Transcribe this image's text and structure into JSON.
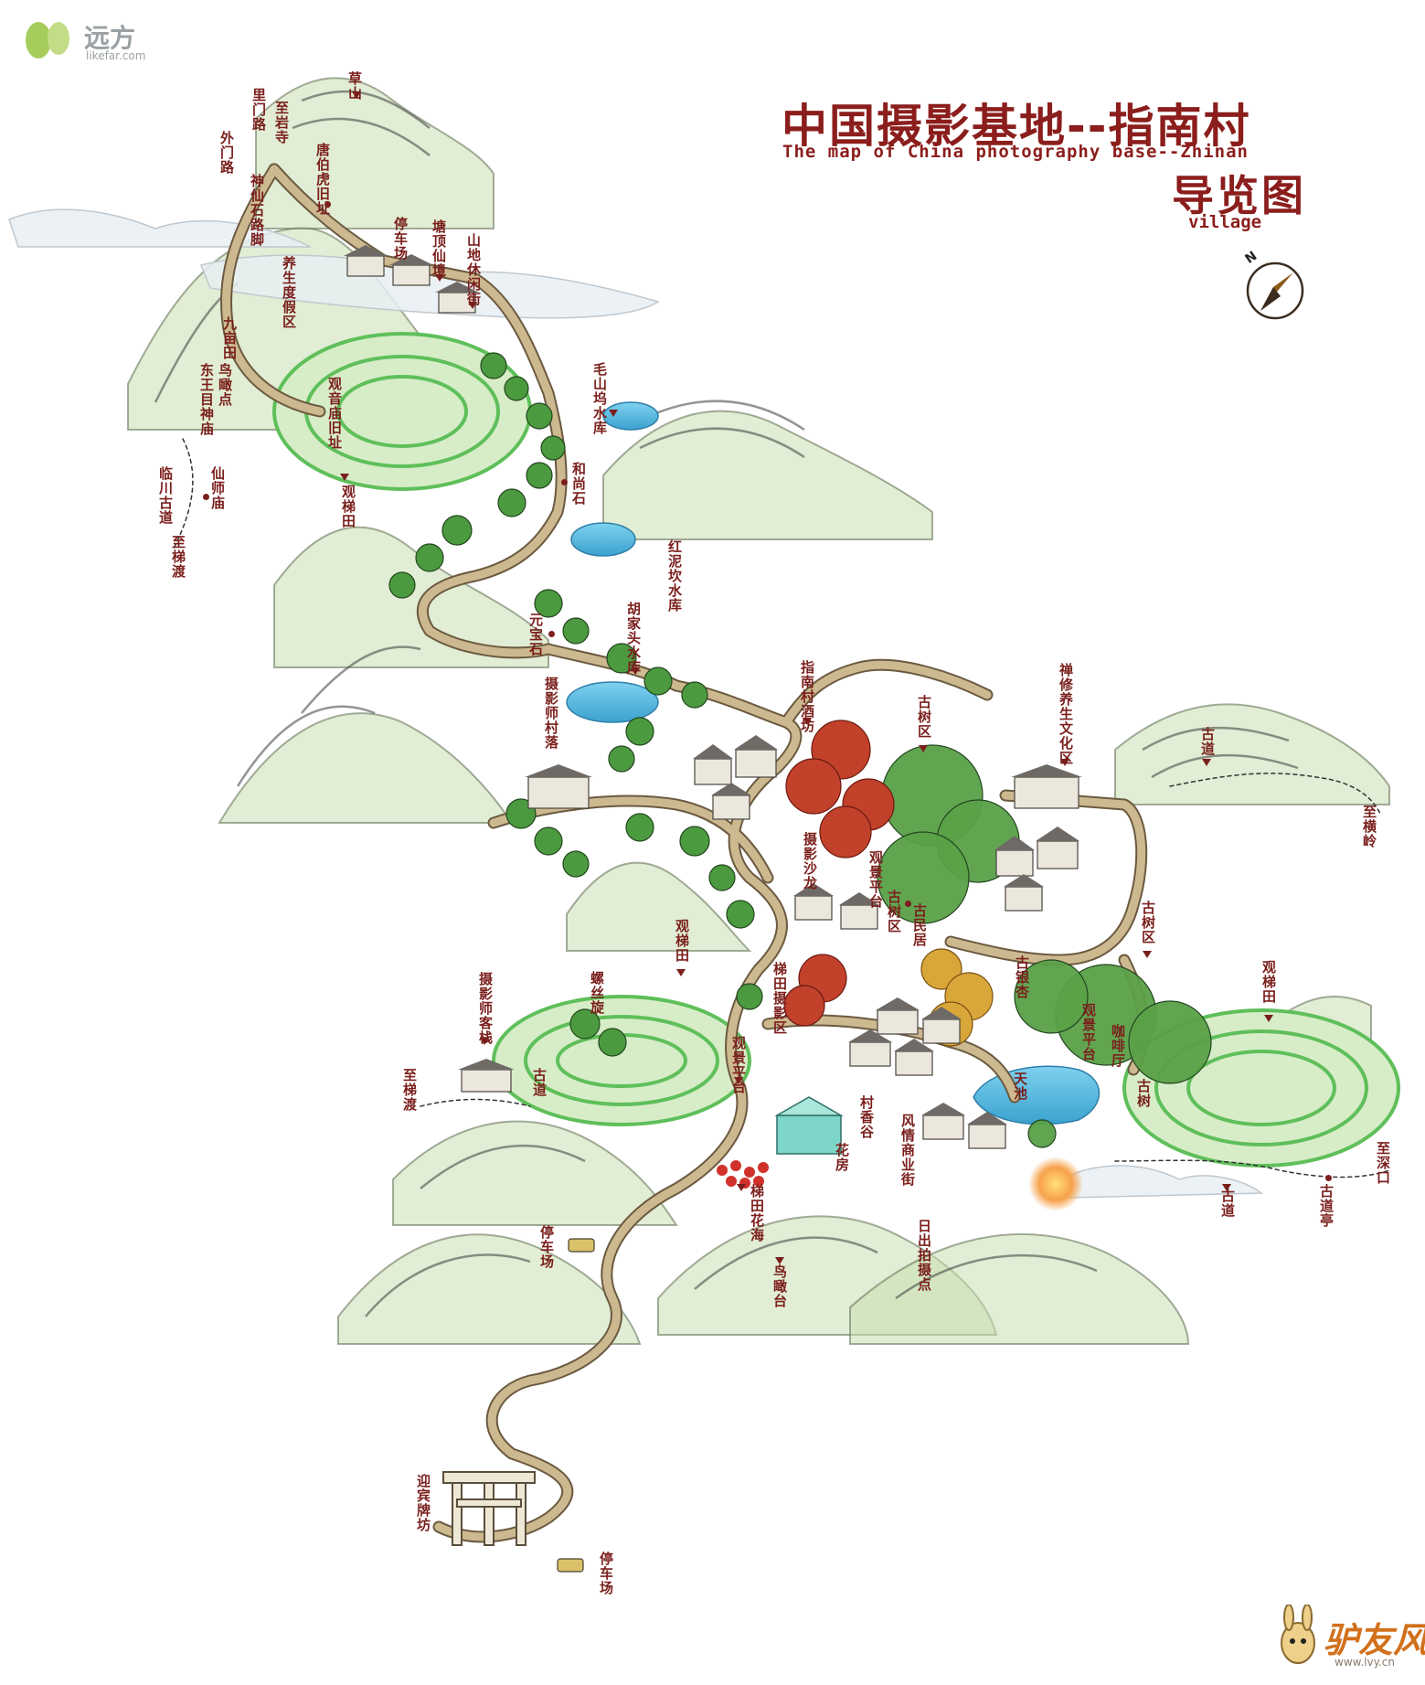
{
  "title": {
    "cn": "中国摄影基地--指南村",
    "en": "The map of China photography base--Zhinan",
    "guide": "导览图",
    "village": "village"
  },
  "compass": {
    "letter": "N",
    "icon": "compass-icon"
  },
  "logos": {
    "top": {
      "brand": "远方",
      "site": "likefar.com",
      "icon": "leaf-logo-icon"
    },
    "bottom": {
      "brand": "驴友风",
      "site": "www.lvy.cn",
      "icon": "donkey-logo-icon"
    }
  },
  "colors": {
    "label": "#7a1f1c",
    "title": "#8b1e1c",
    "road": "#c9b58e",
    "road_edge": "#6b5a40",
    "hill_green": "#b8d39a",
    "terrace_green": "#6cbf62",
    "water": "#6cc2e4",
    "tree_green": "#3f8a38",
    "tree_red": "#c2412a",
    "tree_gold": "#d9a63a",
    "roof": "#6f6a66",
    "wall": "#e9e4da"
  },
  "labels": {
    "caoshan": "草山",
    "limenlu": "里门路",
    "zhiyansi": "至岩寺",
    "waimenlu": "外门路",
    "tangbohu": "唐伯虎旧址",
    "shenxianshilujiao": "神仙石路脚",
    "tingchechang1": "停车场",
    "tangdingxianjing": "塘顶仙境",
    "shandijiulanjie": "山地休闲街",
    "yangshengdujiaqu": "养生度假区",
    "jiumutian": "九亩田",
    "wuguandian_left": "鸟瞰点",
    "dongsishenmiao": "东王目神庙",
    "guanyinmiao": "观音庙旧址",
    "linchuangudao": "临川古道",
    "xianshimiao": "仙师庙",
    "zhitidu": "至梯渡",
    "guantitian1": "观梯田",
    "maoshanwushuiku": "毛山坞水库",
    "heshangshi": "和尚石",
    "hongnikanshuiku": "红泥坎水库",
    "yuanbaoshi": "元宝石",
    "hujiatoushuiku": "胡家头水库",
    "sheyingshicunluo": "摄影师村落",
    "zhinancunjiufang": "指南村酒坊",
    "gushuqu1": "古树区",
    "chanxiuyangsheng": "禅修养生文化区",
    "gudao_right": "古道",
    "zhihengling": "至横岭",
    "sheyingshalong": "摄影沙龙",
    "guanjingpingtai1": "观景平台",
    "gushuqu_center": "古树区",
    "guminju": "古民居",
    "gushuqu2": "古树区",
    "guanyinsi": "古银杏",
    "guantitian2": "观梯田",
    "guantitian_right": "观梯田",
    "luosixuan": "螺丝旋",
    "titiansheyingqu": "梯田摄影区",
    "sheyingshikezhan": "摄影师客栈",
    "zhitidu2": "至梯渡",
    "gudao_left": "古道",
    "guanjingtai": "观景平台",
    "cunxiangge": "村香谷",
    "fengqingshangyejie": "风情商业街",
    "tianchi": "天池",
    "guanjingpingtai2": "观景平台",
    "kafeiting": "咖啡厅",
    "gushu_right": "古树",
    "huafang": "花房",
    "titianhuahai": "梯田花海",
    "zhishenkou": "至深口",
    "gudao_bottom": "古道",
    "gudaoting": "古道亭",
    "tingchechang2": "停车场",
    "richupaishedian": "日出拍摄点",
    "niaokantai": "鸟瞰台",
    "yingbinpaifang": "迎宾牌坊",
    "tingchechang3": "停车场"
  }
}
